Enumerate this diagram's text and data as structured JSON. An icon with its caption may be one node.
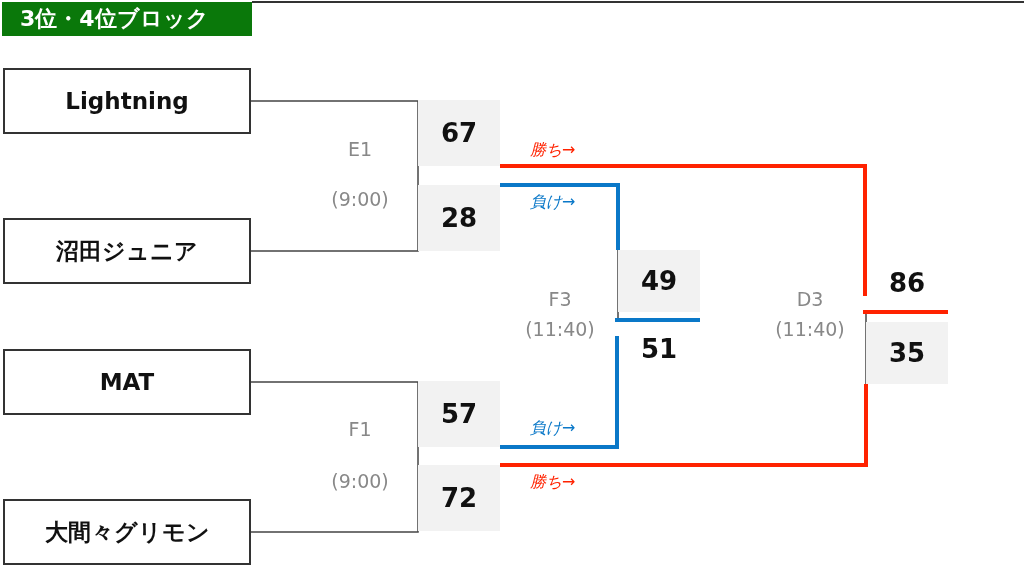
{
  "diagram": {
    "title": "3位・4位ブロック",
    "nodes": [
      {
        "text": [
          "Lightning"
        ]
      },
      {
        "text": [
          "沼田ジュニア"
        ]
      },
      {
        "text": [
          "MAT"
        ]
      },
      {
        "text": [
          "大間々グリモン"
        ]
      },
      {
        "text": [
          "67"
        ]
      },
      {
        "text": [
          "28"
        ]
      },
      {
        "text": [
          "57"
        ]
      },
      {
        "text": [
          "72"
        ]
      },
      {
        "text": [
          "49"
        ]
      },
      {
        "text": [
          "51"
        ]
      },
      {
        "text": [
          "86"
        ]
      },
      {
        "text": [
          "35"
        ]
      }
    ],
    "edges": [
      {
        "from": 0,
        "to": 4,
        "arrow": "none"
      },
      {
        "from": 1,
        "to": 5,
        "arrow": "none"
      },
      {
        "from": 2,
        "to": 6,
        "arrow": "none"
      },
      {
        "from": 3,
        "to": 7,
        "arrow": "none"
      },
      {
        "from": 4,
        "to": 10,
        "arrow": "none",
        "label": "勝ち→",
        "style": "thick",
        "color": "#ff2200"
      },
      {
        "from": 5,
        "to": 8,
        "arrow": "none",
        "label": "負け→",
        "style": "thick",
        "color": "#0a78c8"
      },
      {
        "from": 6,
        "to": 9,
        "arrow": "none",
        "label": "負け→",
        "style": "thick",
        "color": "#0a78c8"
      },
      {
        "from": 7,
        "to": 11,
        "arrow": "none",
        "label": "勝ち→",
        "style": "thick",
        "color": "#ff2200"
      }
    ],
    "labels": [
      "E1",
      "(9:00)",
      "F1",
      "(9:00)",
      "F3",
      "(11:40)",
      "D3",
      "(11:40)"
    ]
  }
}
